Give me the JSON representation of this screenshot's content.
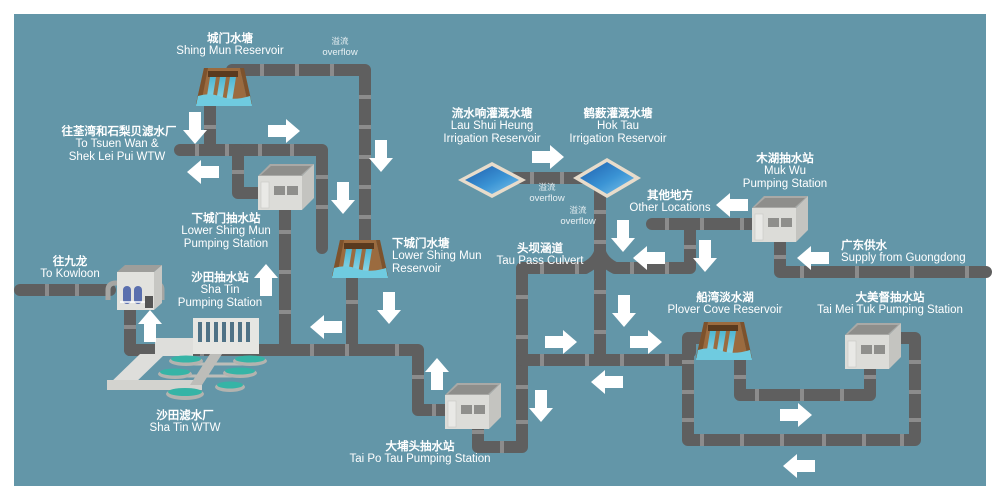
{
  "diagram": {
    "title": "Water supply network schematic (Shing Mun / Plover Cove)",
    "colors": {
      "background": "#6396a8",
      "pipe": "#5f5f5f",
      "pipe_joint": "#8c8c8c",
      "arrow": "#ffffff",
      "label": "#ffffff",
      "dam": "#9a6a3e",
      "water": "#5ec3d6",
      "reservoir_pool": "#2f7fc4",
      "building": "#d9d9d6"
    },
    "labels": {
      "shing_mun_reservoir": {
        "zh": "城门水塘",
        "en": "Shing Mun Reservoir"
      },
      "overflow_top": {
        "zh": "溢流",
        "en": "overflow"
      },
      "to_tsuen_wan": {
        "zh": "往荃湾和石梨贝滤水厂",
        "en_line1": "To Tsuen Wan &",
        "en_line2": "Shek Lei Pui WTW"
      },
      "lower_shing_mun_pumping": {
        "zh": "下城门抽水站",
        "en_line1": "Lower Shing Mun",
        "en_line2": "Pumping Station"
      },
      "lower_shing_mun_reservoir": {
        "zh": "下城门水塘",
        "en_line1": "Lower Shing Mun",
        "en_line2": "Reservoir"
      },
      "to_kowloon": {
        "zh": "往九龙",
        "en": "To Kowloon"
      },
      "sha_tin_pumping": {
        "zh": "沙田抽水站",
        "en_line1": "Sha Tin",
        "en_line2": "Pumping Station"
      },
      "sha_tin_wtw": {
        "zh": "沙田滤水厂",
        "en": "Sha Tin WTW"
      },
      "lau_shui_heung": {
        "zh": "流水响灌溉水塘",
        "en_line1": "Lau Shui Heung",
        "en_line2": "Irrigation Reservoir"
      },
      "hok_tau": {
        "zh": "鹤薮灌溉水塘",
        "en_line1": "Hok Tau",
        "en_line2": "Irrigation Reservoir"
      },
      "overflow_mid1": {
        "zh": "溢流",
        "en": "overflow"
      },
      "overflow_mid2": {
        "zh": "溢流",
        "en": "overflow"
      },
      "tau_pass_culvert": {
        "zh": "头坝涵道",
        "en": "Tau Pass Culvert"
      },
      "other_locations": {
        "zh": "其他地方",
        "en": "Other Locations"
      },
      "muk_wu_pumping": {
        "zh": "木湖抽水站",
        "en_line1": "Muk Wu",
        "en_line2": "Pumping Station"
      },
      "supply_guangdong": {
        "zh": "广东供水",
        "en": "Supply from Guongdong"
      },
      "plover_cove": {
        "zh": "船湾淡水湖",
        "en": "Plover Cove Reservoir"
      },
      "tai_mei_tuk_pumping": {
        "zh": "大美督抽水站",
        "en": "Tai Mei Tuk Pumping Station"
      },
      "tai_po_tau_pumping": {
        "zh": "大埔头抽水站",
        "en": "Tai Po Tau Pumping Station"
      }
    },
    "icons": {
      "dam": "dam-icon",
      "pumping_station": "pumping-station-icon",
      "irrigation_reservoir": "reservoir-pool-icon",
      "treatment_works": "water-treatment-works-icon",
      "flow_arrow": "flow-arrow-icon"
    }
  }
}
